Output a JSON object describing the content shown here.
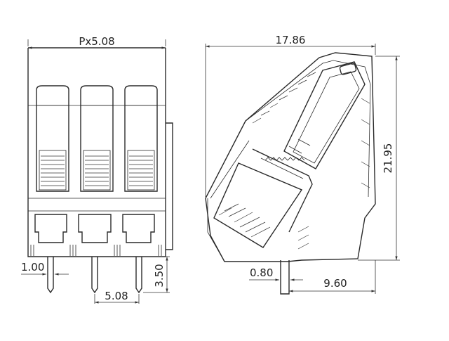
{
  "front_view": {
    "pitch_label": "Px5.08",
    "pin_width_label": "1.00",
    "pin_pitch_label": "5.08",
    "pin_length_label": "3.50"
  },
  "side_view": {
    "width_label": "17.86",
    "height_label": "21.95",
    "pin_thickness_label": "0.80",
    "pin_offset_label": "9.60"
  }
}
